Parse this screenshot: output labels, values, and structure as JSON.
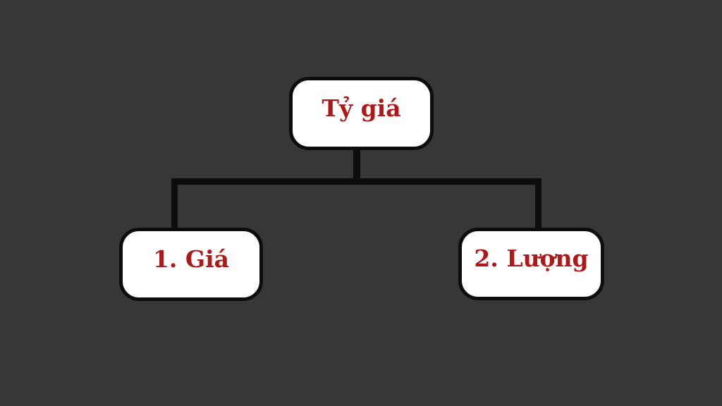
{
  "diagram": {
    "type": "tree",
    "colors": {
      "background": "#373737",
      "node_fill": "#ffffff",
      "stroke": "#0d0d0d",
      "label": "#b01717"
    },
    "root": {
      "label": "Tỷ giá"
    },
    "children": [
      {
        "label": "1. Giá"
      },
      {
        "label": "2. Lượng"
      }
    ]
  }
}
